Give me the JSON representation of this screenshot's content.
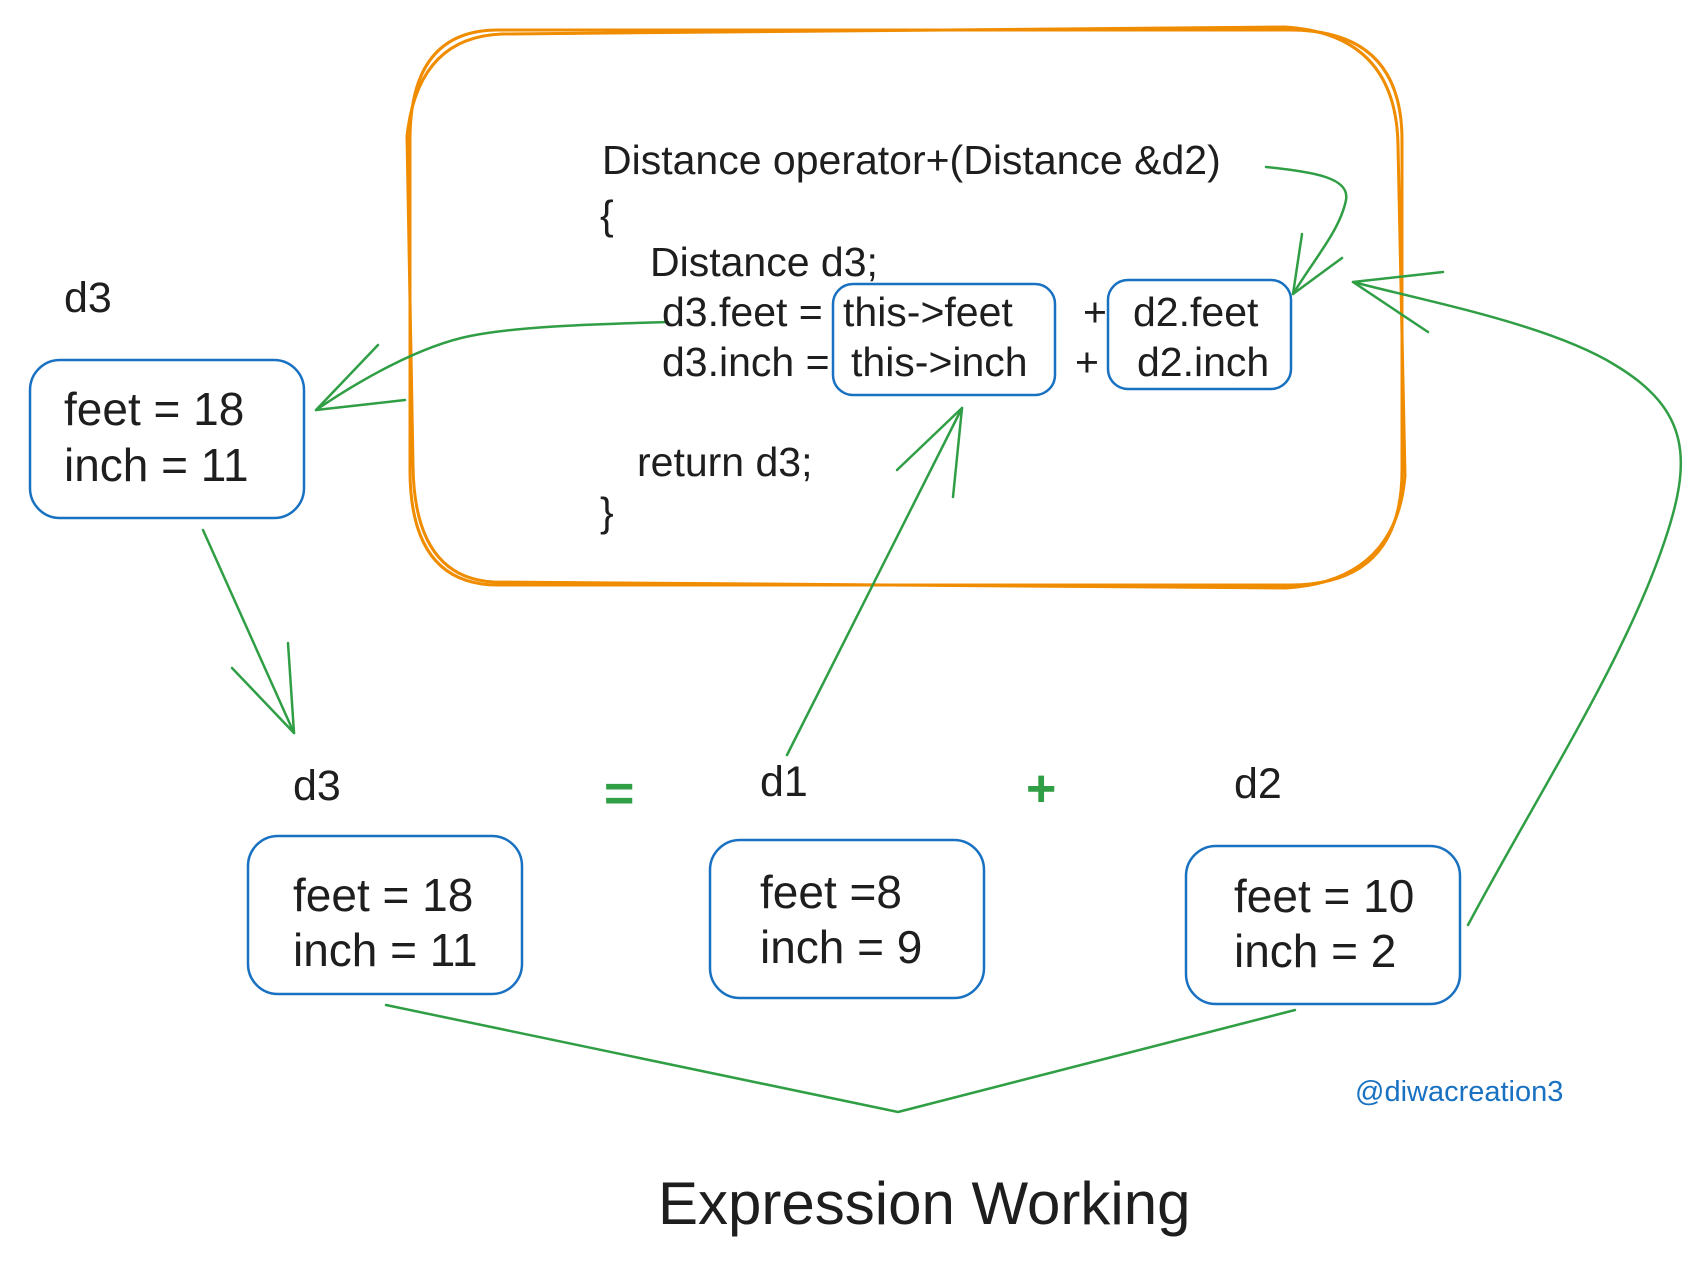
{
  "code": {
    "line1": "Distance operator+(Distance &d2)",
    "line2": "{",
    "line3": "Distance d3;",
    "feet_lhs": "d3.feet = ",
    "feet_this": "this->feet",
    "feet_plus": "+",
    "feet_d2": "d2.feet",
    "inch_lhs": "d3.inch = ",
    "inch_this": "this->inch",
    "inch_plus": "+",
    "inch_d2": "d2.inch",
    "line_return": "return d3;",
    "line_close": "}"
  },
  "result_top": {
    "label": "d3",
    "feet": "feet = 18",
    "inch": "inch = 11"
  },
  "expression": {
    "d3": {
      "label": "d3",
      "feet": "feet = 18",
      "inch": "inch = 11"
    },
    "equals": "=",
    "d1": {
      "label": "d1",
      "feet": "feet =8",
      "inch": "inch = 9"
    },
    "plus": "+",
    "d2": {
      "label": "d2",
      "feet": "feet = 10",
      "inch": "inch = 2"
    }
  },
  "credit": "@diwacreation3",
  "caption": "Expression Working",
  "colors": {
    "function_frame": "#f08c00",
    "object_box": "#1971c2",
    "arrow": "#2f9e44",
    "text": "#1e1e1e",
    "credit": "#1971c2"
  }
}
